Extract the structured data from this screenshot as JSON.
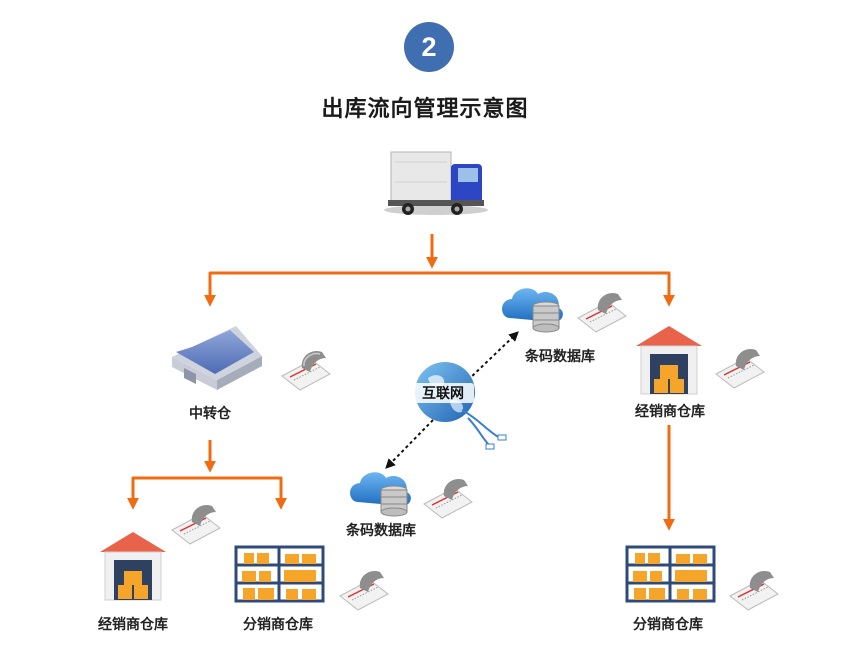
{
  "step_number": "2",
  "title": "出库流向管理示意图",
  "nodes": {
    "transfer_warehouse": "中转仓",
    "barcode_db_top": "条码数据库",
    "barcode_db_bottom": "条码数据库",
    "internet": "互联网",
    "dealer_warehouse_right": "经销商仓库",
    "dealer_warehouse_bottom_left": "经销商仓库",
    "distributor_warehouse_middle": "分销商仓库",
    "distributor_warehouse_right": "分销商仓库"
  },
  "colors": {
    "arrow": "#f06b12",
    "badge": "#3f6fb0",
    "roof": "#e8634a",
    "cloud": "#3f8fdc",
    "shelf_frame": "#2e4a7a",
    "box": "#f4a52a"
  }
}
